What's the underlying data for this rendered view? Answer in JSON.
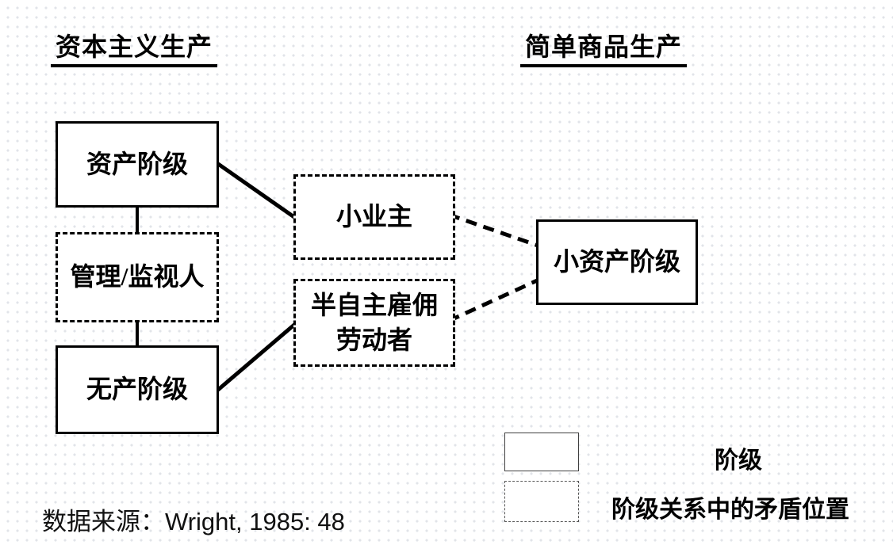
{
  "titles": {
    "left": "资本主义生产",
    "right": "简单商品生产"
  },
  "boxes": {
    "bourgeoisie": {
      "label": "资产阶级",
      "style": "solid"
    },
    "managers": {
      "label": "管理/监视人",
      "style": "dashed"
    },
    "proletariat": {
      "label": "无产阶级",
      "style": "solid"
    },
    "small_employers": {
      "label": "小业主",
      "style": "dashed"
    },
    "semi_autonomous": {
      "label": "半自主雇佣劳动者",
      "style": "dashed"
    },
    "petty_bourgeoisie": {
      "label": "小资产阶级",
      "style": "solid"
    }
  },
  "connections": [
    {
      "from": "bourgeoisie",
      "to": "managers",
      "line": "solid"
    },
    {
      "from": "managers",
      "to": "proletariat",
      "line": "solid"
    },
    {
      "from": "bourgeoisie",
      "to": "small_employers",
      "line": "solid"
    },
    {
      "from": "proletariat",
      "to": "semi_autonomous",
      "line": "solid"
    },
    {
      "from": "small_employers",
      "to": "petty_bourgeoisie",
      "line": "dashed"
    },
    {
      "from": "semi_autonomous",
      "to": "petty_bourgeoisie",
      "line": "dashed"
    }
  ],
  "legend": {
    "solid_label": "阶级",
    "dashed_label": "阶级关系中的矛盾位置"
  },
  "source": {
    "text": "数据来源：Wright, 1985: 48"
  },
  "colors": {
    "line": "#000000",
    "box_border": "#000000",
    "background": "#ffffff",
    "background_dot": "#e2e4e9"
  }
}
